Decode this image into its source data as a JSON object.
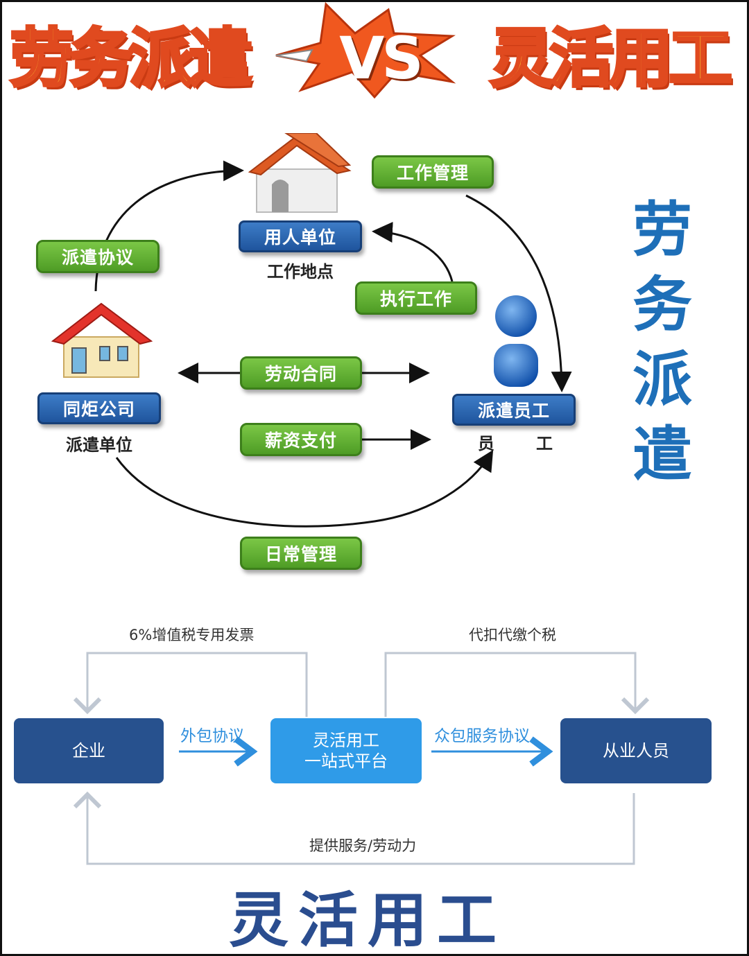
{
  "header": {
    "left_title": "劳务派遣",
    "vs": "VS",
    "right_title": "灵活用工",
    "colors": {
      "fill": "#f6b733",
      "outline": "#e04a1f",
      "burst": "#f0581f"
    }
  },
  "dispatch_diagram": {
    "side_title": [
      "劳",
      "务",
      "派",
      "遣"
    ],
    "labels": {
      "work_management": "工作管理",
      "dispatch_agreement": "派遣协议",
      "execute_work": "执行工作",
      "labor_contract": "劳动合同",
      "salary_payment": "薪资支付",
      "daily_management": "日常管理"
    },
    "nodes": {
      "employer": {
        "label": "用人单位",
        "caption": "工作地点"
      },
      "company": {
        "label": "同炬公司",
        "caption": "派遣单位"
      },
      "employee": {
        "label": "派遣员工",
        "caption_left": "员",
        "caption_right": "工"
      }
    },
    "colors": {
      "green": "#5aa82e",
      "blue": "#2a64ad",
      "side_title": "#1e6fb8"
    }
  },
  "flex_diagram": {
    "top_left_label": "6%增值税专用发票",
    "top_right_label": "代扣代缴个税",
    "bottom_label": "提供服务/劳动力",
    "arrow_left_label": "外包协议",
    "arrow_right_label": "众包服务协议",
    "boxes": {
      "enterprise": "企业",
      "platform_line1": "灵活用工",
      "platform_line2": "一站式平台",
      "workers": "从业人员"
    },
    "colors": {
      "dark_box": "#27518e",
      "light_box": "#2f9be8",
      "arrow": "#2f8fdd"
    }
  },
  "footer": {
    "title": "灵活用工"
  }
}
